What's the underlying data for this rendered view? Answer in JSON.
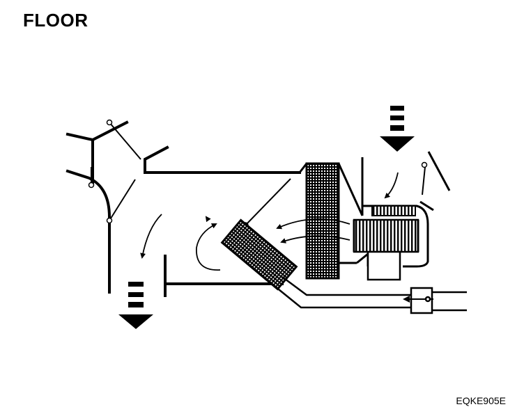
{
  "diagram": {
    "title": "FLOOR",
    "figure_code": "EQKE905E",
    "components": [
      "mode-door-upper",
      "mode-door-lower",
      "air-mix-door",
      "evaporator",
      "heater-core",
      "blower-fan",
      "blower-motor",
      "intake-door",
      "heater-pipes",
      "water-valve"
    ],
    "airflow": [
      "fresh-air-inlet",
      "floor-outlet"
    ]
  }
}
